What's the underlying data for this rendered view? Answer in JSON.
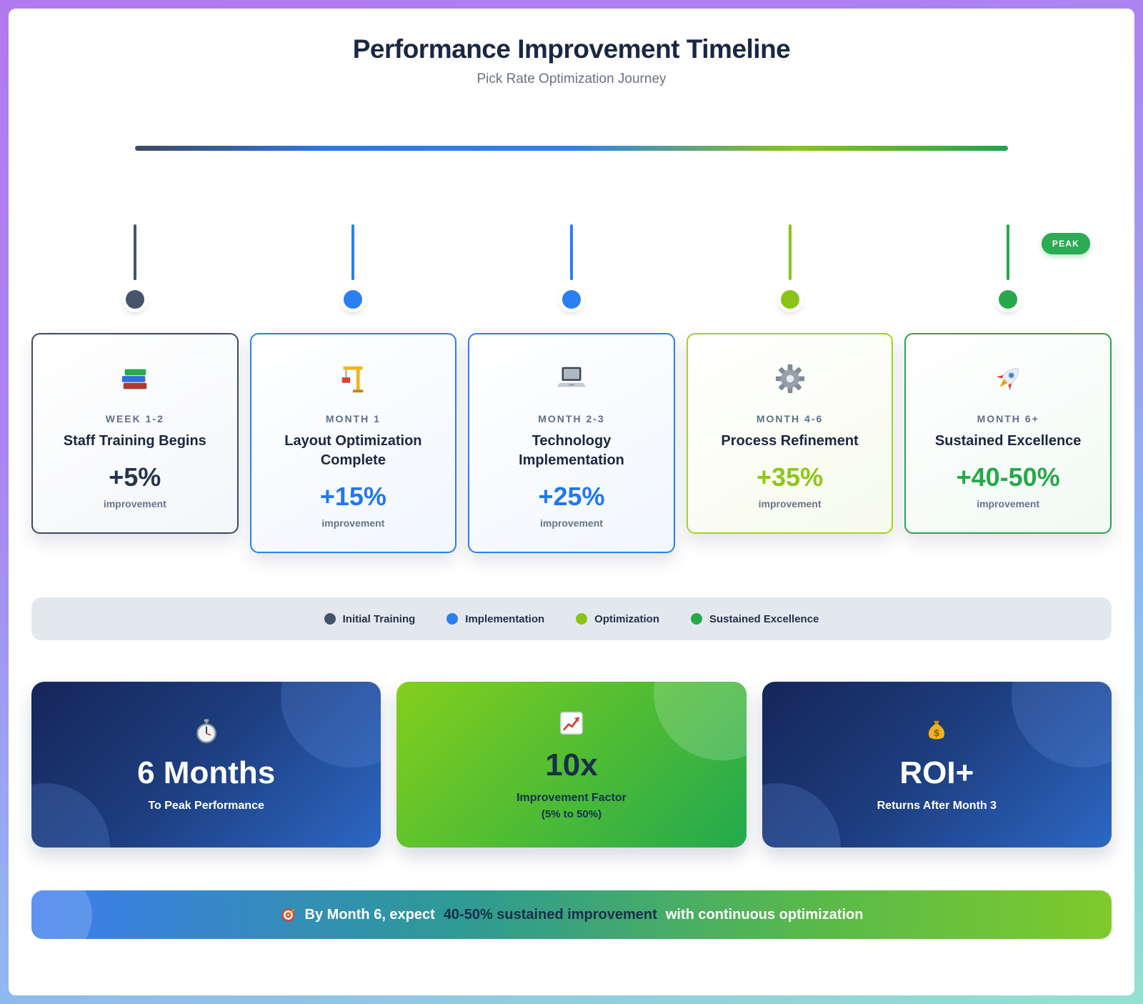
{
  "header": {
    "title": "Performance Improvement Timeline",
    "subtitle": "Pick Rate Optimization Journey"
  },
  "timeline": {
    "peak_label": "PEAK",
    "milestones": [
      {
        "period": "WEEK 1-2",
        "title": "Staff Training Begins",
        "value": "+5%",
        "caption": "improvement",
        "icon": "books-icon",
        "color": "#47536b"
      },
      {
        "period": "MONTH 1",
        "title": "Layout Optimization Complete",
        "value": "+15%",
        "caption": "improvement",
        "icon": "crane-icon",
        "color": "#2b7ff2"
      },
      {
        "period": "MONTH 2-3",
        "title": "Technology Implementation",
        "value": "+25%",
        "caption": "improvement",
        "icon": "laptop-icon",
        "color": "#2b7ff2"
      },
      {
        "period": "MONTH 4-6",
        "title": "Process Refinement",
        "value": "+35%",
        "caption": "improvement",
        "icon": "gear-icon",
        "color": "#8ac417"
      },
      {
        "period": "MONTH 6+",
        "title": "Sustained Excellence",
        "value": "+40-50%",
        "caption": "improvement",
        "icon": "rocket-icon",
        "color": "#27a84b"
      }
    ]
  },
  "legend": {
    "items": [
      {
        "label": "Initial Training",
        "color": "#47536b"
      },
      {
        "label": "Implementation",
        "color": "#2b7ff2"
      },
      {
        "label": "Optimization",
        "color": "#8ac417"
      },
      {
        "label": "Sustained Excellence",
        "color": "#27a84b"
      }
    ]
  },
  "stats": [
    {
      "icon": "stopwatch-icon",
      "value": "6 Months",
      "label": "To Peak Performance"
    },
    {
      "icon": "chart-up-icon",
      "value": "10x",
      "label": "Improvement Factor",
      "sublabel": "(5% to 50%)"
    },
    {
      "icon": "money-bag-icon",
      "value": "ROI+",
      "label": "Returns After Month 3"
    }
  ],
  "banner": {
    "icon": "target-icon",
    "lead": "By Month 6, expect",
    "highlight": "40-50% sustained improvement",
    "tail": "with continuous optimization"
  },
  "colors": {
    "navy": "#1a2744",
    "slate": "#47536b",
    "blue": "#2b7ff2",
    "lime": "#8ac417",
    "green": "#27a84b",
    "legend_bg": "#e3e8ef"
  }
}
